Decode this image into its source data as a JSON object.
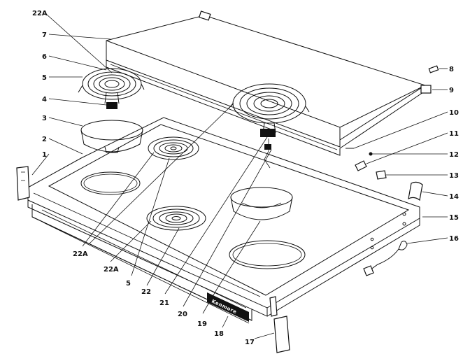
{
  "diagram": {
    "brand_text": "Kenmore",
    "callouts": [
      {
        "id": "c22a_top",
        "text": "22A"
      },
      {
        "id": "c7",
        "text": "7"
      },
      {
        "id": "c6",
        "text": "6"
      },
      {
        "id": "c5_top",
        "text": "5"
      },
      {
        "id": "c4",
        "text": "4"
      },
      {
        "id": "c3",
        "text": "3"
      },
      {
        "id": "c2",
        "text": "2"
      },
      {
        "id": "c1",
        "text": "1"
      },
      {
        "id": "c8",
        "text": "8"
      },
      {
        "id": "c9",
        "text": "9"
      },
      {
        "id": "c10",
        "text": "10"
      },
      {
        "id": "c11",
        "text": "11"
      },
      {
        "id": "c12",
        "text": "12"
      },
      {
        "id": "c13",
        "text": "13"
      },
      {
        "id": "c14",
        "text": "14"
      },
      {
        "id": "c15",
        "text": "15"
      },
      {
        "id": "c16",
        "text": "16"
      },
      {
        "id": "c17",
        "text": "17"
      },
      {
        "id": "c18",
        "text": "18"
      },
      {
        "id": "c19",
        "text": "19"
      },
      {
        "id": "c20",
        "text": "20"
      },
      {
        "id": "c21",
        "text": "21"
      },
      {
        "id": "c22",
        "text": "22"
      },
      {
        "id": "c5_bot",
        "text": "5"
      },
      {
        "id": "c22a_b1",
        "text": "22A"
      },
      {
        "id": "c22a_b2",
        "text": "22A"
      }
    ]
  }
}
